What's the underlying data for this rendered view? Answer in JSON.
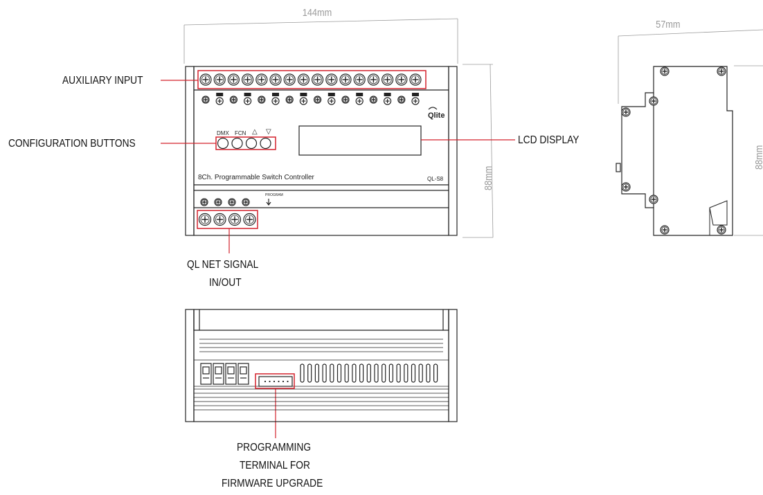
{
  "dimensions": {
    "width_front": "144mm",
    "height_front": "88mm",
    "width_side": "57mm",
    "height_side": "88mm"
  },
  "callouts": {
    "auxiliary_input": "AUXILIARY INPUT",
    "configuration_buttons": "CONFIGURATION BUTTONS",
    "lcd_display": "LCD DISPLAY",
    "ql_net_line1": "QL NET SIGNAL",
    "ql_net_line2": "IN/OUT",
    "programming_line1": "PROGRAMMING",
    "programming_line2": "TERMINAL FOR",
    "programming_line3": "FIRMWARE UPGRADE"
  },
  "device": {
    "title": "8Ch. Programmable Switch Controller",
    "model": "QL-S8",
    "brand": "Qlite",
    "button_labels": [
      "DMX",
      "FCN",
      "△",
      "▽"
    ],
    "program_label": "PROGRAM"
  },
  "colors": {
    "highlight": "#d3212b",
    "outline": "#222222",
    "dimension": "#9a9a9a"
  }
}
